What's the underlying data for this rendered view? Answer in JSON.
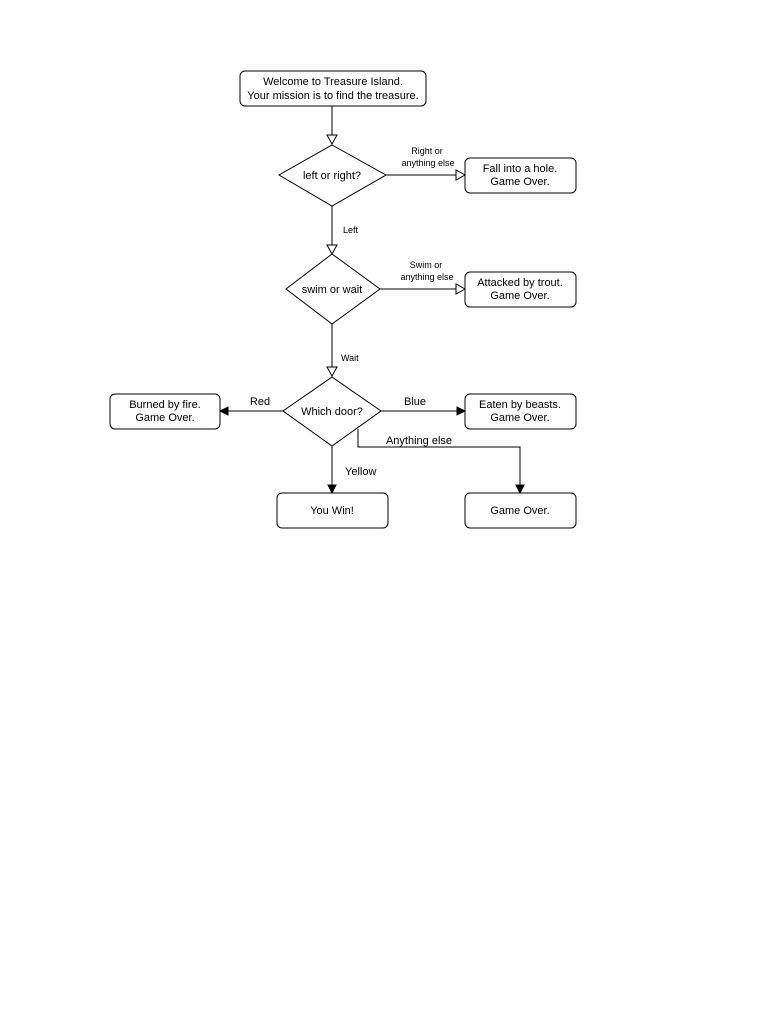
{
  "nodes": {
    "start": {
      "line1": "Welcome to Treasure Island.",
      "line2": "Your mission is to find the treasure."
    },
    "decision_left_right": {
      "label": "left or right?"
    },
    "end_hole": {
      "line1": "Fall into a hole.",
      "line2": "Game Over."
    },
    "decision_swim_wait": {
      "label": "swim or wait"
    },
    "end_trout": {
      "line1": "Attacked by trout.",
      "line2": "Game Over."
    },
    "decision_door": {
      "label": "Which door?"
    },
    "end_fire": {
      "line1": "Burned by fire.",
      "line2": "Game Over."
    },
    "end_beasts": {
      "line1": "Eaten by beasts.",
      "line2": "Game Over."
    },
    "end_win": {
      "label": "You Win!"
    },
    "end_game_over": {
      "label": "Game Over."
    }
  },
  "edges": {
    "right_or_else": {
      "line1": "Right or",
      "line2": "anything else"
    },
    "left": "Left",
    "swim_or_else": {
      "line1": "Swim or",
      "line2": "anything else"
    },
    "wait": "Wait",
    "red": "Red",
    "blue": "Blue",
    "anything_else": "Anything else",
    "yellow": "Yellow"
  }
}
